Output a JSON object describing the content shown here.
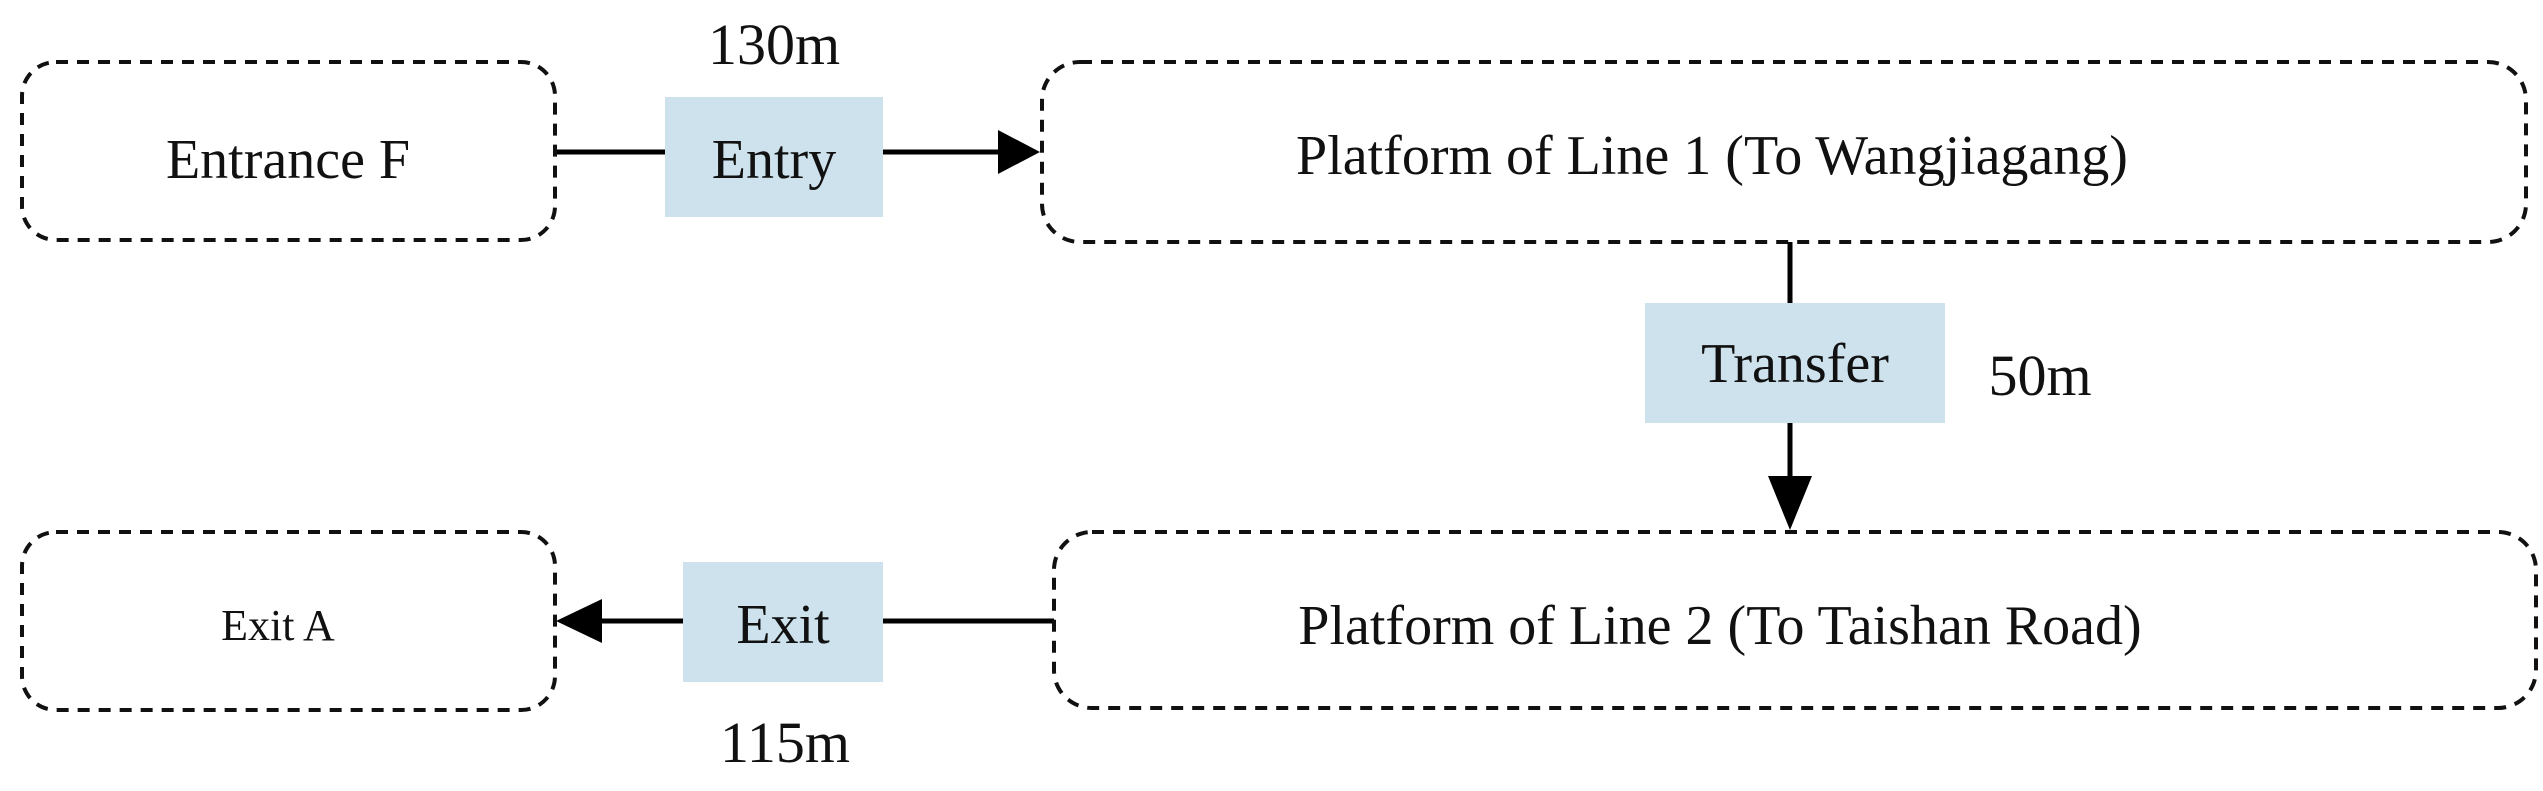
{
  "nodes": {
    "entrance_f": "Entrance F",
    "platform_line_1": "Platform of Line 1 (To Wangjiagang)",
    "platform_line_2": "Platform of Line 2 (To Taishan Road)",
    "exit_a": "Exit A"
  },
  "edges": {
    "entry": {
      "label": "Entry",
      "distance": "130m"
    },
    "transfer": {
      "label": "Transfer",
      "distance": "50m"
    },
    "exit": {
      "label": "Exit",
      "distance": "115m"
    }
  },
  "colors": {
    "label_box_fill": "#cde2ec",
    "stroke": "#111111"
  }
}
